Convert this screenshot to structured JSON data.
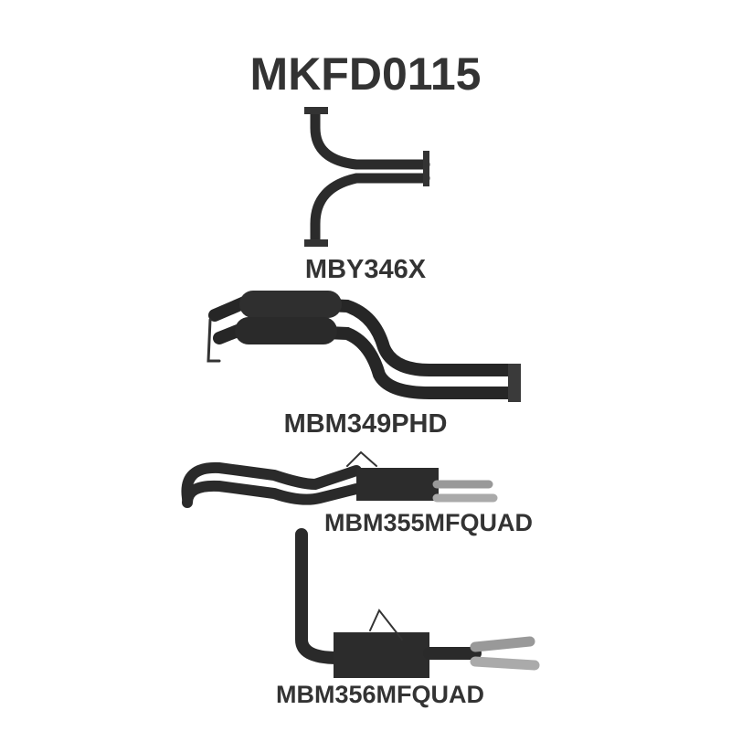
{
  "title": "MKFD0115",
  "parts": [
    {
      "label": "MBY346X",
      "icon": "y-pipe-image"
    },
    {
      "label": "MBM349PHD",
      "icon": "twin-muffler-pipe-image"
    },
    {
      "label": "MBM355MFQUAD",
      "icon": "rear-muffler-upper-image"
    },
    {
      "label": "MBM356MFQUAD",
      "icon": "rear-muffler-lower-image"
    }
  ],
  "colors": {
    "text": "#333333",
    "pipe": "#2a2a2a",
    "chrome": "#9a9a9a"
  }
}
